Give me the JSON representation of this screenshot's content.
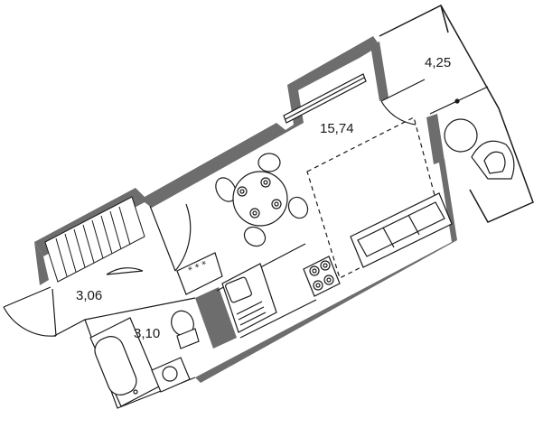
{
  "plan": {
    "rooms": [
      {
        "name": "main-room",
        "area": "15,74"
      },
      {
        "name": "balcony",
        "area": "4,25"
      },
      {
        "name": "hallway",
        "area": "3,06"
      },
      {
        "name": "bathroom",
        "area": "3,10"
      }
    ],
    "colors": {
      "wall": "#6d6d6d",
      "line": "#1a1a1a",
      "furniture_fill": "#ffffff"
    }
  }
}
